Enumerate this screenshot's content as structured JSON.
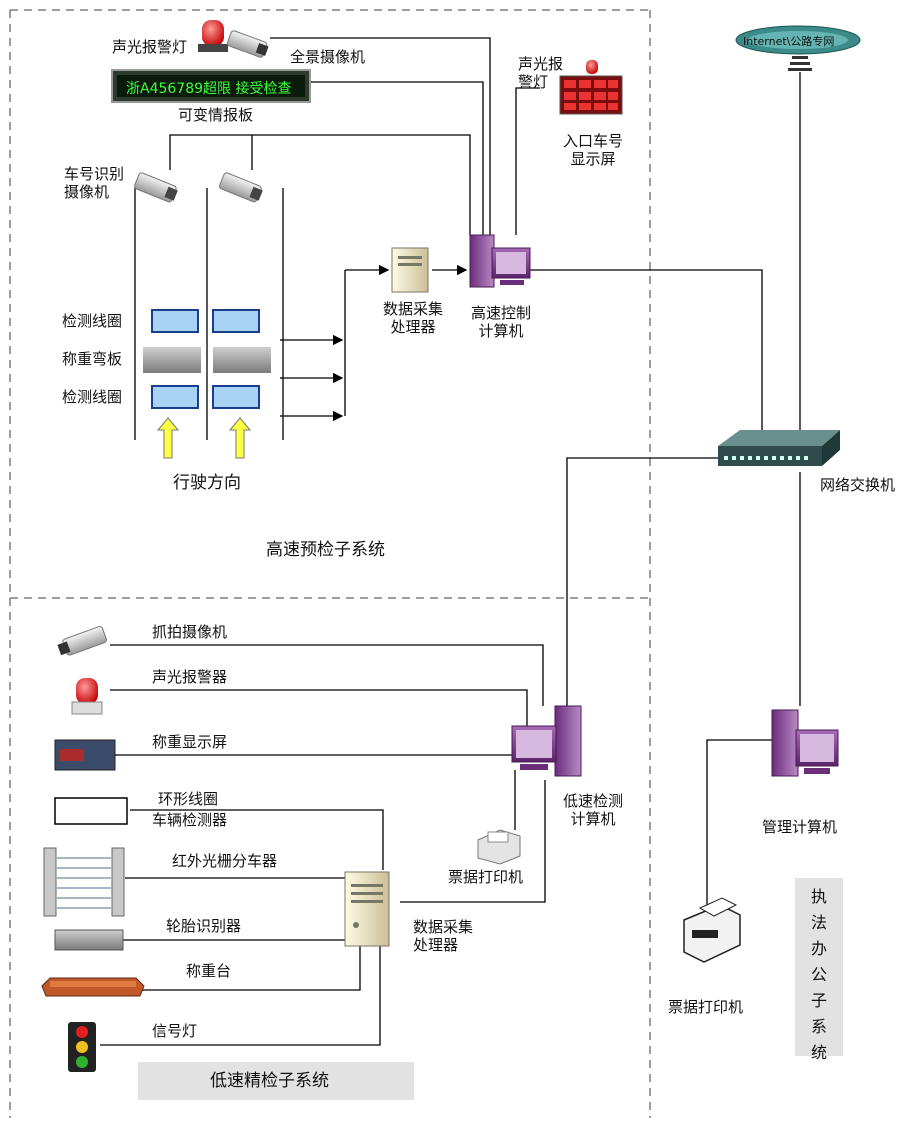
{
  "subsystems": {
    "high_speed": "高速预检子系统",
    "low_speed": "低速精检子系统",
    "office_chars": [
      "执",
      "法",
      "办",
      "公",
      "子",
      "系",
      "统"
    ]
  },
  "high_speed": {
    "sound_light_alarm": "声光报警灯",
    "panoramic_camera": "全景摄像机",
    "vms_text": "浙A456789超限 接受检查",
    "vms_label": "可变情报板",
    "entry_alarm": [
      "声光报",
      "警灯"
    ],
    "entry_display": [
      "入口车号",
      "显示屏"
    ],
    "plate_camera": [
      "车号识别",
      "摄像机"
    ],
    "loop_top": "检测线圈",
    "weigh_plate": "称重弯板",
    "loop_bottom": "检测线圈",
    "direction": "行驶方向",
    "collector": [
      "数据采集",
      "处理器"
    ],
    "control_pc": [
      "高速控制",
      "计算机"
    ]
  },
  "network": {
    "internet": "Internet\\公路专网",
    "switch": "网络交换机"
  },
  "low_speed": {
    "snapshot_camera": "抓拍摄像机",
    "alarm": "声光报警器",
    "weigh_display": "称重显示屏",
    "loop": "环形线圈",
    "vehicle_detector": "车辆检测器",
    "ir_curtain": "红外光栅分车器",
    "tire_recognizer": "轮胎识别器",
    "scale": "称重台",
    "signal_light": "信号灯",
    "collector": [
      "数据采集",
      "处理器"
    ],
    "ticket_printer": "票据打印机",
    "detect_pc": [
      "低速检测",
      "计算机"
    ]
  },
  "office": {
    "mgmt_pc": "管理计算机",
    "ticket_printer": "票据打印机"
  }
}
